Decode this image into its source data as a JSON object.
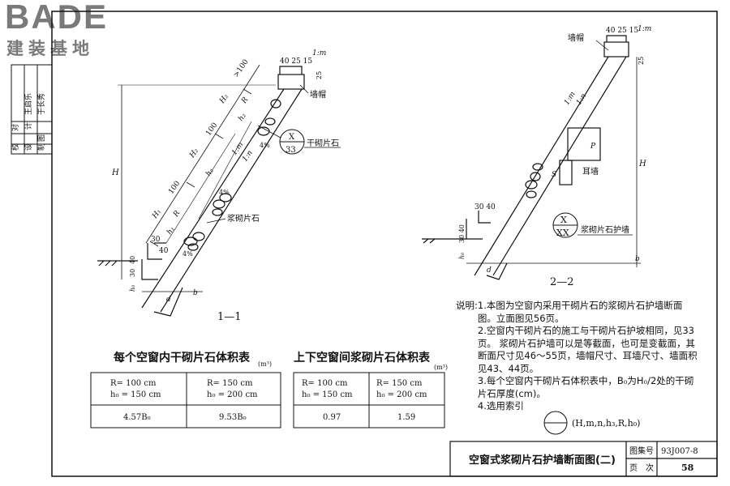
{
  "logo": {
    "brand": "BADE",
    "subtitle": "建装基地"
  },
  "sidebar": {
    "col1": [
      "校",
      "对",
      "设",
      "计",
      "制",
      "图"
    ],
    "col2": [
      "王启乐",
      "于长秀"
    ]
  },
  "section1": {
    "label": "1—1",
    "dims": [
      "40 25 15",
      "1:m",
      "25",
      ">100",
      "墙帽",
      "H₂",
      "R",
      "h₂",
      "100",
      "1:m",
      "1:n",
      "H₂",
      "h₂",
      "100",
      "H₁",
      "R",
      "h₁",
      "30",
      "40",
      "30",
      "40",
      "h₀",
      "d",
      "b",
      "4%",
      "4%",
      "4%",
      "H"
    ],
    "callout1": "X",
    "callout2": "33",
    "callout_label": "干砌片石",
    "label_mortar": "浆砌片石"
  },
  "section2": {
    "label": "2—2",
    "dims": [
      "40 25 15",
      "1:m",
      "墙帽",
      "25",
      "1:m",
      "1:n",
      "P",
      "S",
      "耳墙",
      "H",
      "30 40",
      "30 40",
      "h₀",
      "d",
      "b"
    ],
    "callout_label": "浆砌片石护墙"
  },
  "notes": {
    "heading": "说明:",
    "items": [
      "1.本图为空窗内采用干砌片石的浆砌片石护墙断面图。立面图见56页。",
      "2.空窗内干砌片石的施工与干砌片石护坡相同，见33页。 浆砌片石护墙可以是等截面，也可是变截面，其断面尺寸见46～55页，墙帽尺寸、耳墙尺寸、墙面积见43、44页。",
      "3.每个空窗内干砌片石体积表中，B₀为H₀/2处的干砌片石厚度(cm)。",
      "4.选用索引"
    ],
    "index_formula": "(H,m,n,h₃,R,h₀)"
  },
  "table1": {
    "title": "每个空窗内干砌片石体积表",
    "unit": "(m³)",
    "headers": [
      [
        "R= 100 cm",
        "h₀ = 150 cm"
      ],
      [
        "R= 150 cm",
        "h₀ = 200 cm"
      ]
    ],
    "values": [
      "4.57B₀",
      "9.53B₀"
    ]
  },
  "table2": {
    "title": "上下空窗间浆砌片石体积表",
    "unit": "(m³)",
    "headers": [
      [
        "R= 100 cm",
        "h₀ = 150 cm"
      ],
      [
        "R= 150 cm",
        "h₀ = 200 cm"
      ]
    ],
    "values": [
      "0.97",
      "1.59"
    ]
  },
  "titleblock": {
    "title": "空窗式浆砌片石护墙断面图(二)",
    "atlas_label": "图集号",
    "atlas_value": "93J007-8",
    "page_label": "页　次",
    "page_value": "58"
  }
}
